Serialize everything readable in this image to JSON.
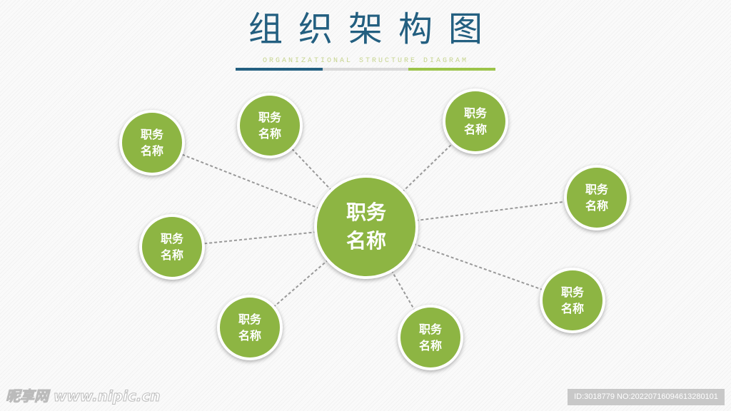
{
  "header": {
    "title": "组织架构图",
    "subtitle": "ORGANIZATIONAL STRUCTURE DIAGRAM"
  },
  "colors": {
    "title": "#235f80",
    "node": "#8db543",
    "bar_left": "#235f80",
    "bar_mid": "#d9d9d9",
    "bar_right": "#9cc44a"
  },
  "center": {
    "line1": "职务",
    "line2": "名称"
  },
  "nodes": [
    {
      "line1": "职务",
      "line2": "名称"
    },
    {
      "line1": "职务",
      "line2": "名称"
    },
    {
      "line1": "职务",
      "line2": "名称"
    },
    {
      "line1": "职务",
      "line2": "名称"
    },
    {
      "line1": "职务",
      "line2": "名称"
    },
    {
      "line1": "职务",
      "line2": "名称"
    },
    {
      "line1": "职务",
      "line2": "名称"
    },
    {
      "line1": "职务",
      "line2": "名称"
    }
  ],
  "watermark": {
    "logo": "昵享网 www.nipic.cn",
    "id": "ID:3018779 NO:20220716094613280101"
  }
}
